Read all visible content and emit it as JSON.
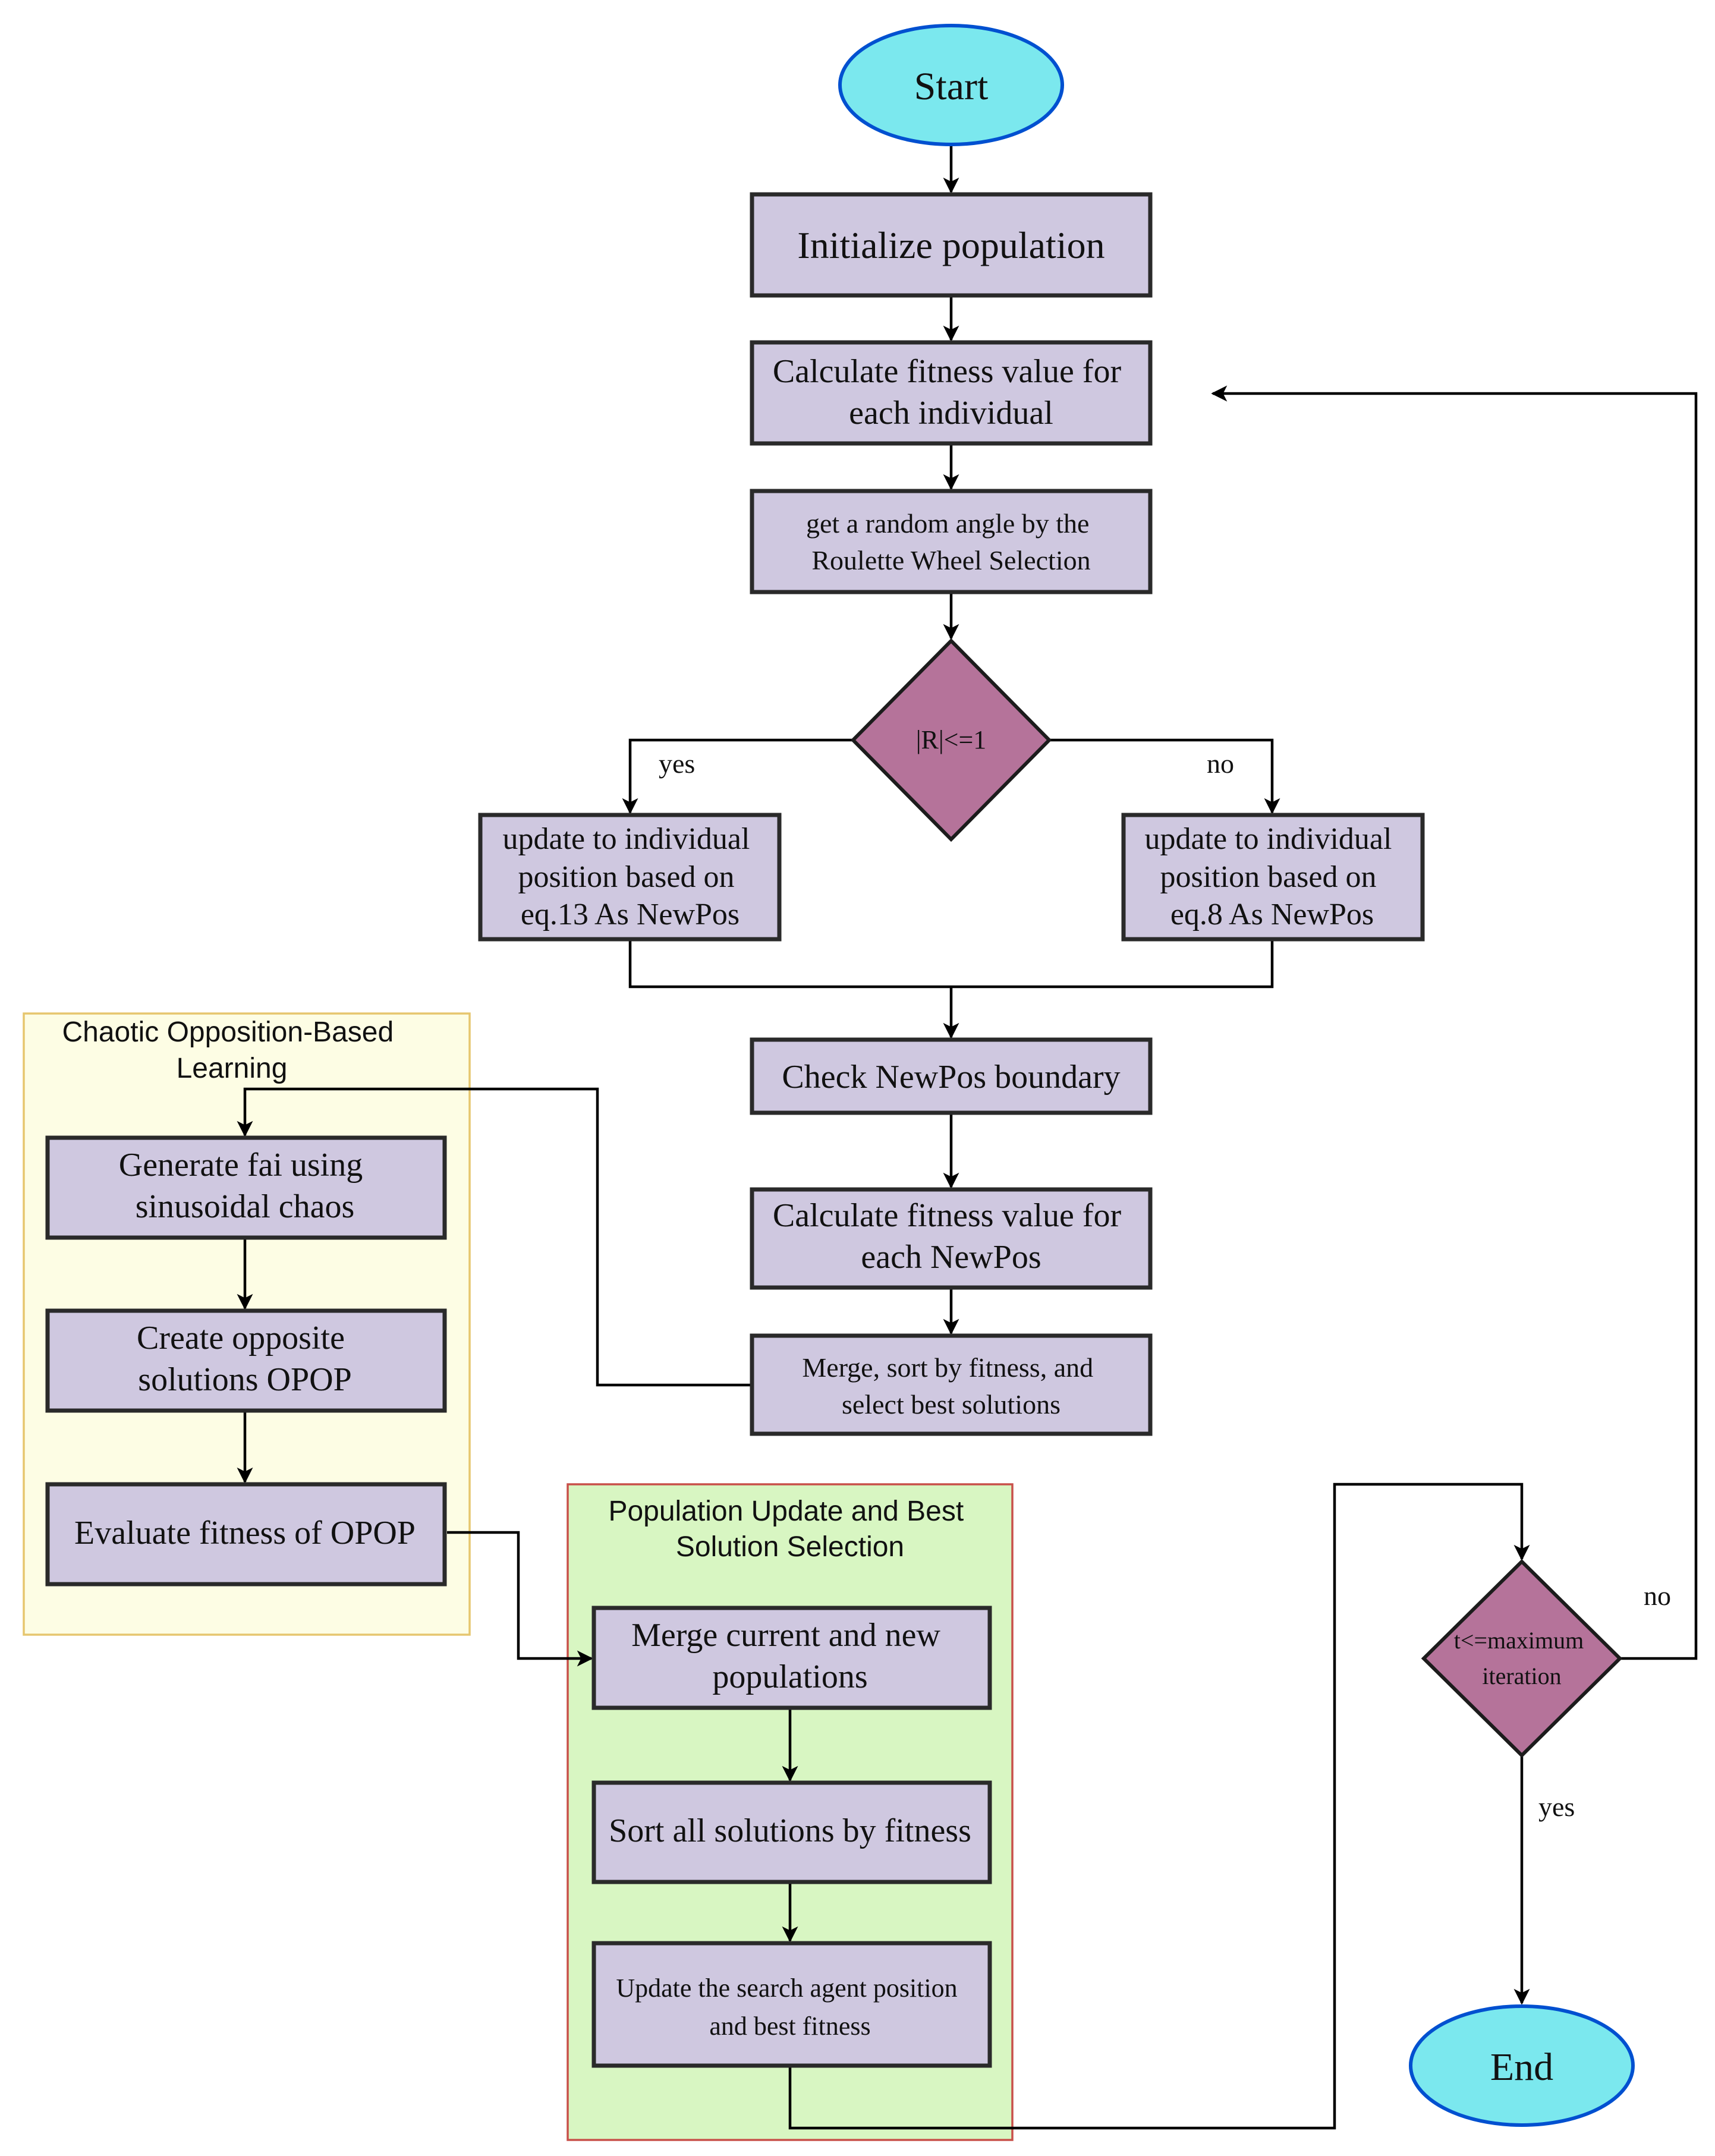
{
  "groups": {
    "chaotic": [
      "Chaotic Opposition-Based",
      "Learning"
    ],
    "population": [
      "Population Update and Best",
      "Solution Selection"
    ]
  },
  "nodes": {
    "start": [
      "Start"
    ],
    "init_pop": [
      "Initialize population"
    ],
    "calc_fitness": [
      "Calculate fitness value for",
      "each individual"
    ],
    "roulette": [
      "get a random angle by the",
      "Roulette Wheel Selection"
    ],
    "decision_r": [
      "|R|<=1"
    ],
    "update_eq13": [
      "update to individual",
      "position based on",
      "eq.13 As NewPos"
    ],
    "update_eq8": [
      "update to individual",
      "position based on",
      "eq.8 As NewPos"
    ],
    "check_boundary": [
      "Check NewPos boundary"
    ],
    "calc_fitness_new": [
      "Calculate fitness value for",
      "each NewPos"
    ],
    "merge_sort": [
      "Merge, sort by fitness, and",
      "select best solutions"
    ],
    "gen_fai": [
      "Generate fai using",
      "sinusoidal chaos"
    ],
    "create_opop": [
      "Create opposite",
      "solutions OPOP"
    ],
    "eval_opop": [
      "Evaluate fitness of OPOP"
    ],
    "merge_pops": [
      "Merge current and new",
      "populations"
    ],
    "sort_all": [
      "Sort all solutions by fitness"
    ],
    "update_agent": [
      "Update the search agent position",
      "and best fitness"
    ],
    "decision_t": [
      "t<=maximum",
      "iteration"
    ],
    "end": [
      "End"
    ]
  },
  "edge_labels": {
    "r_yes": "yes",
    "r_no": "no",
    "t_no": "no",
    "t_yes": "yes"
  },
  "colors": {
    "process_fill": "#cfc8e0",
    "terminal_fill": "#7be8ee",
    "decision_fill": "#b5739a",
    "group_chaotic_fill": "#fdfde4",
    "group_population_fill": "#d8f6c2"
  }
}
